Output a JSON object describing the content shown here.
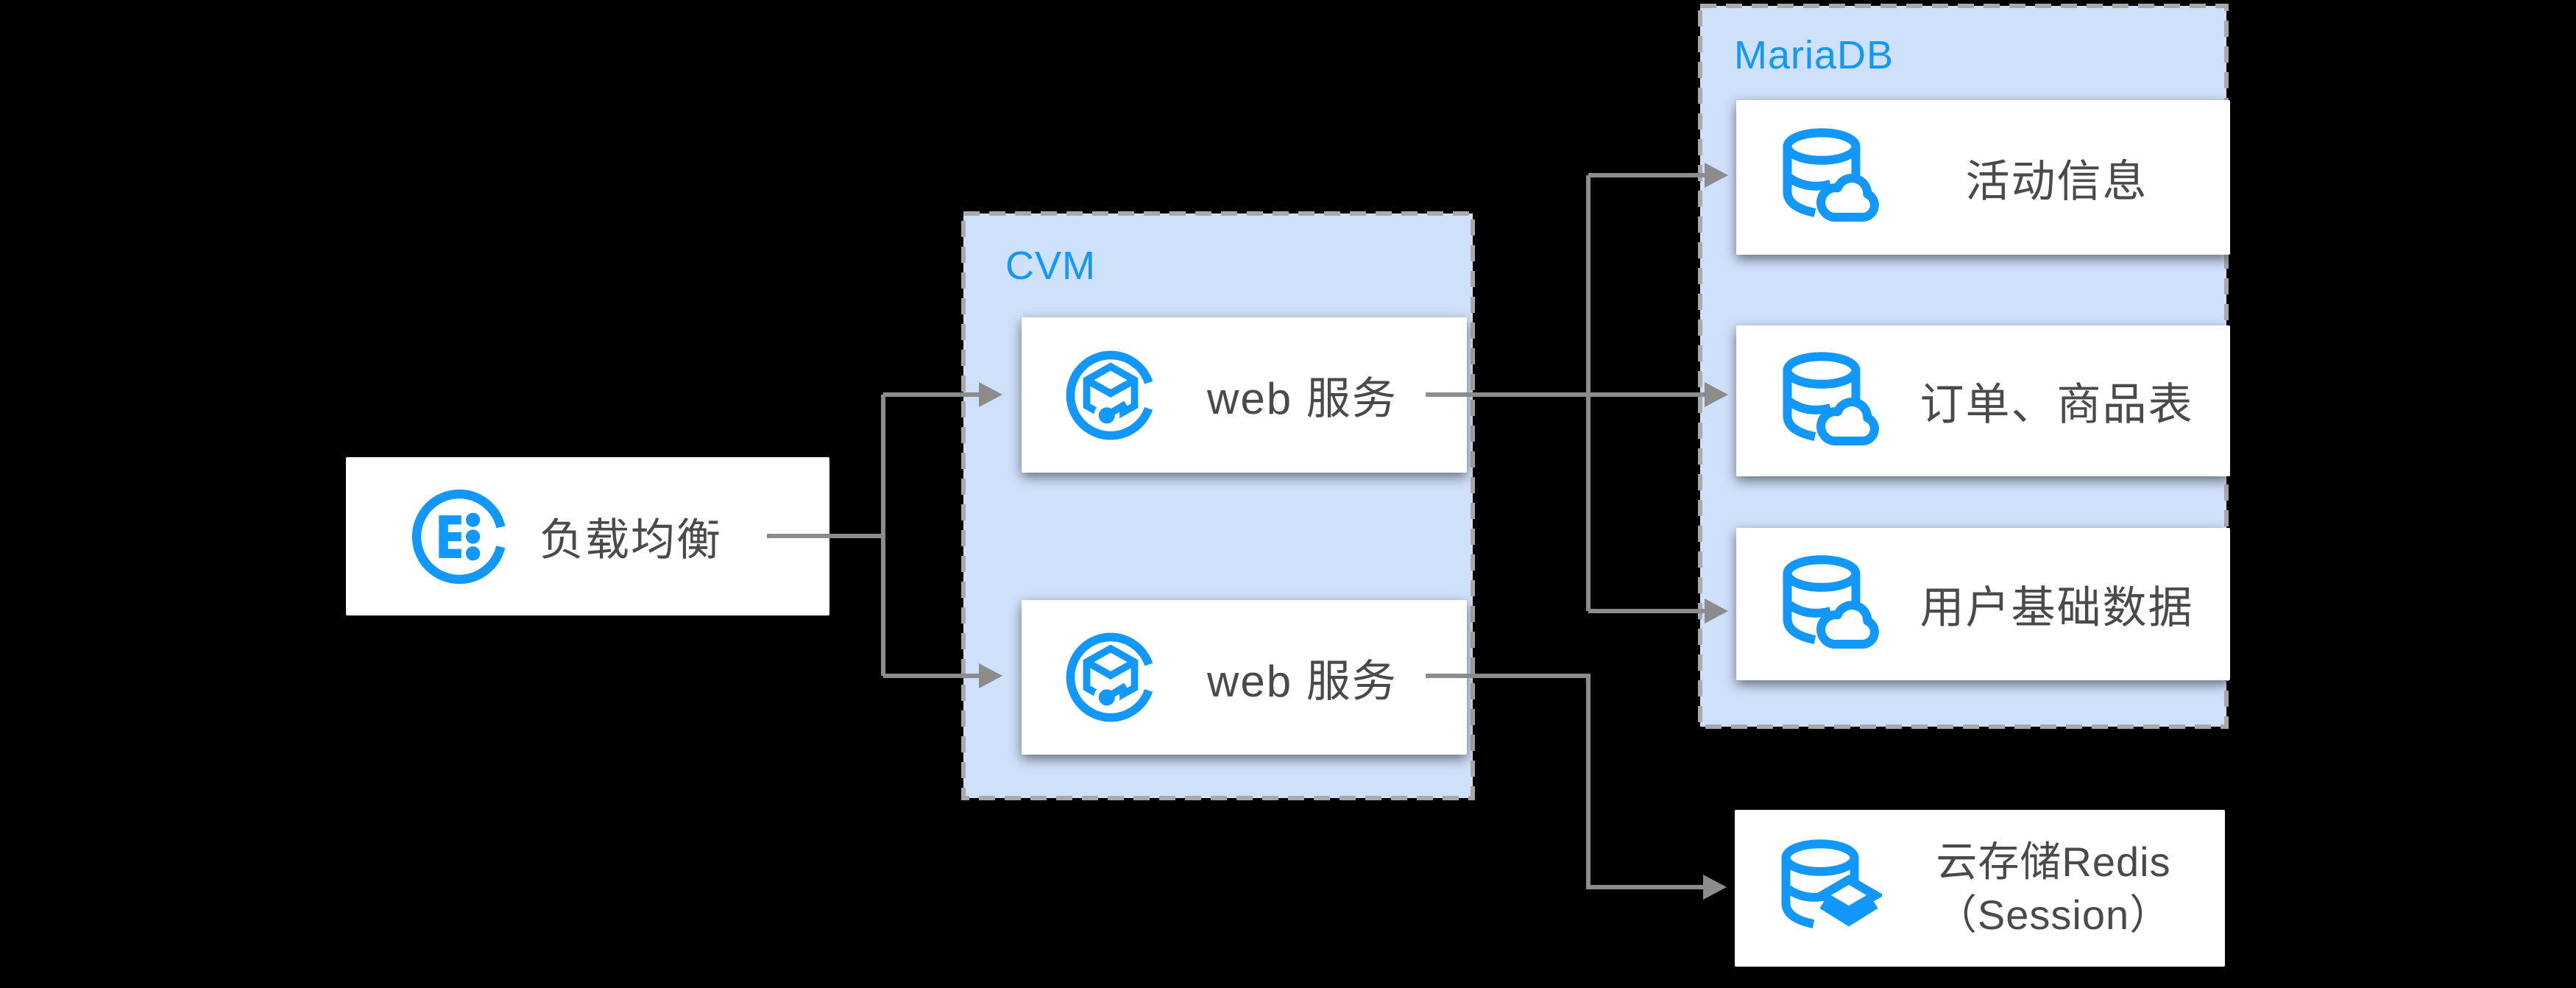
{
  "diagram": {
    "colors": {
      "canvas_bg": "#000000",
      "accent": "#1298FA",
      "container_fill": "#CFE0FA",
      "container_border": "#A9A9A9",
      "connector": "#8C8C8C",
      "label_text": "#4A4A4A",
      "node_bg": "#FFFFFF"
    },
    "groups": {
      "cvm": {
        "label": "CVM"
      },
      "mariadb": {
        "label": "MariaDB"
      }
    },
    "nodes": {
      "load_balancer": {
        "label": "负载均衡",
        "icon": "clb-icon"
      },
      "web_service_1": {
        "label": "web 服务",
        "icon": "cvm-icon"
      },
      "web_service_2": {
        "label": "web 服务",
        "icon": "cvm-icon"
      },
      "activity_info": {
        "label": "活动信息",
        "icon": "tencentdb-cloud-icon"
      },
      "order_product_tables": {
        "label": "订单、商品表",
        "icon": "tencentdb-cloud-icon"
      },
      "user_base_data": {
        "label": "用户基础数据",
        "icon": "tencentdb-cloud-icon"
      },
      "redis_session": {
        "label_line1": "云存储Redis",
        "label_line2": "（Session）",
        "icon": "redis-layers-icon"
      }
    }
  }
}
